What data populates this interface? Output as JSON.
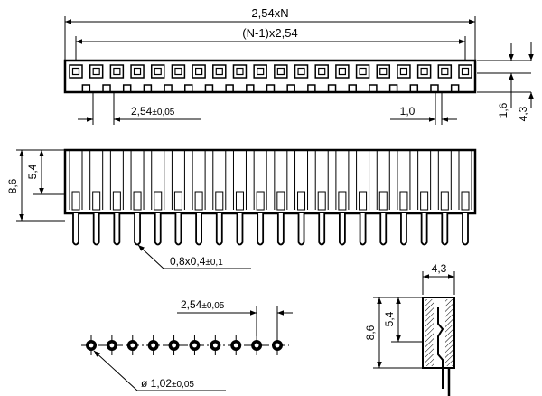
{
  "drawing": {
    "pitch_count": 20,
    "top_view": {
      "overall_length": "2,54xN",
      "pin_span": "(N-1)x2,54",
      "pitch": "2,54",
      "pitch_tol": "±0,05",
      "slot_width": "1,0",
      "body_height": "1,6",
      "total_depth": "4,3"
    },
    "front_view": {
      "total_height": "8,6",
      "body_height": "5,4",
      "pin_section": "0,8x0,4",
      "pin_section_tol": "±0,1",
      "pin_count": 20
    },
    "footprint": {
      "pitch": "2,54",
      "pitch_tol": "±0,05",
      "hole_dia": "ø 1,02",
      "hole_dia_tol": "±0,05",
      "pad_count": 10
    },
    "side_view": {
      "width": "4,3",
      "total_height": "8,6",
      "body_height": "5,4"
    }
  }
}
